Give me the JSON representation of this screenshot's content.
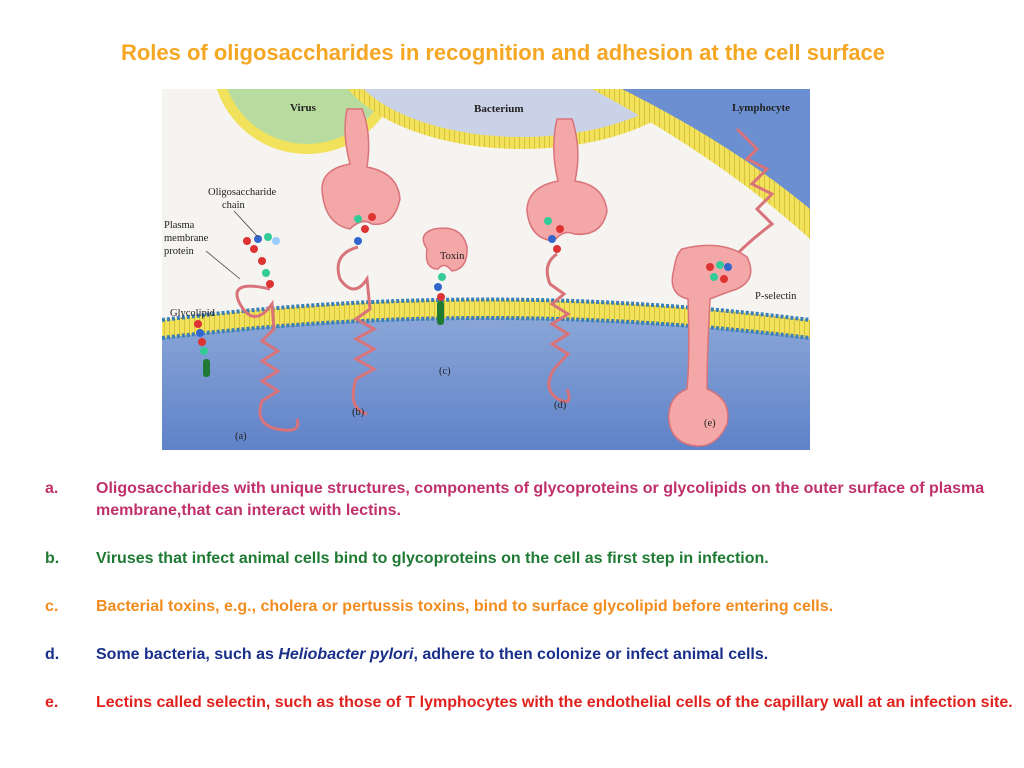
{
  "slide": {
    "title": "Roles of oligosaccharides in recognition and adhesion at the cell surface"
  },
  "figure": {
    "labels": {
      "virus": "Virus",
      "bacterium": "Bacterium",
      "lymphocyte": "Lymphocyte",
      "oligosaccharide_chain_1": "Oligosaccharide",
      "oligosaccharide_chain_2": "chain",
      "plasma_membrane_protein_1": "Plasma",
      "plasma_membrane_protein_2": "membrane",
      "plasma_membrane_protein_3": "protein",
      "glycolipid": "Glycolipid",
      "toxin": "Toxin",
      "p_selectin": "P-selectin",
      "panel_a": "(a)",
      "panel_b": "(b)",
      "panel_c": "(c)",
      "panel_d": "(d)",
      "panel_e": "(e)"
    }
  },
  "items": [
    {
      "letter": "a.",
      "text": "Oligosaccharides with unique structures, components of glycoproteins or glycolipids on the outer surface of plasma membrane,that can interact with lectins.",
      "color": "#c0306a"
    },
    {
      "letter": "b.",
      "text": "Viruses that infect animal cells bind to glycoproteins on the cell as first step in infection.",
      "color": "#1f7a33"
    },
    {
      "letter": "c.",
      "text": "Bacterial toxins, e.g., cholera or pertussis toxins, bind to surface glycolipid before entering cells.",
      "color": "#f28c1e"
    },
    {
      "letter": "d.",
      "text_before": "Some bacteria, such as ",
      "text_italic": "Heliobacter pylori",
      "text_after": ", adhere to then colonize or infect animal cells.",
      "color": "#1a2f8a"
    },
    {
      "letter": "e.",
      "text": "Lectins called selectin, such as those of T lymphocytes with the endothelial cells of the capillary wall at an infection site.",
      "color": "#e0221e"
    }
  ]
}
